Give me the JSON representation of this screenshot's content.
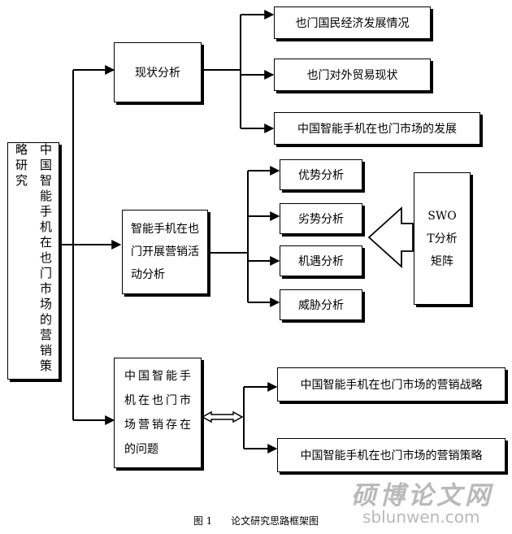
{
  "root": {
    "label": "中国智能手机在也门市场的营销策略研究"
  },
  "level1": {
    "status": "现状分析",
    "activities": "智能手机在也门开展营销活动分析",
    "problems": "中国智能手机在也门市场营销存在的问题"
  },
  "status_items": [
    "也门国民经济发展情况",
    "也门对外贸易现状",
    "中国智能手机在也门市场的发展"
  ],
  "swot_items": [
    "优势分析",
    "劣势分析",
    "机遇分析",
    "威胁分析"
  ],
  "swot_matrix": {
    "label": "SWOT分析矩阵"
  },
  "problem_items": [
    "中国智能手机在也门市场的营销战略",
    "中国智能手机在也门市场的营销策略"
  ],
  "caption": {
    "label": "图 1      论文研究思路框架图"
  },
  "watermark": {
    "main": "硕博论文网",
    "url": "sblunwen.com"
  }
}
